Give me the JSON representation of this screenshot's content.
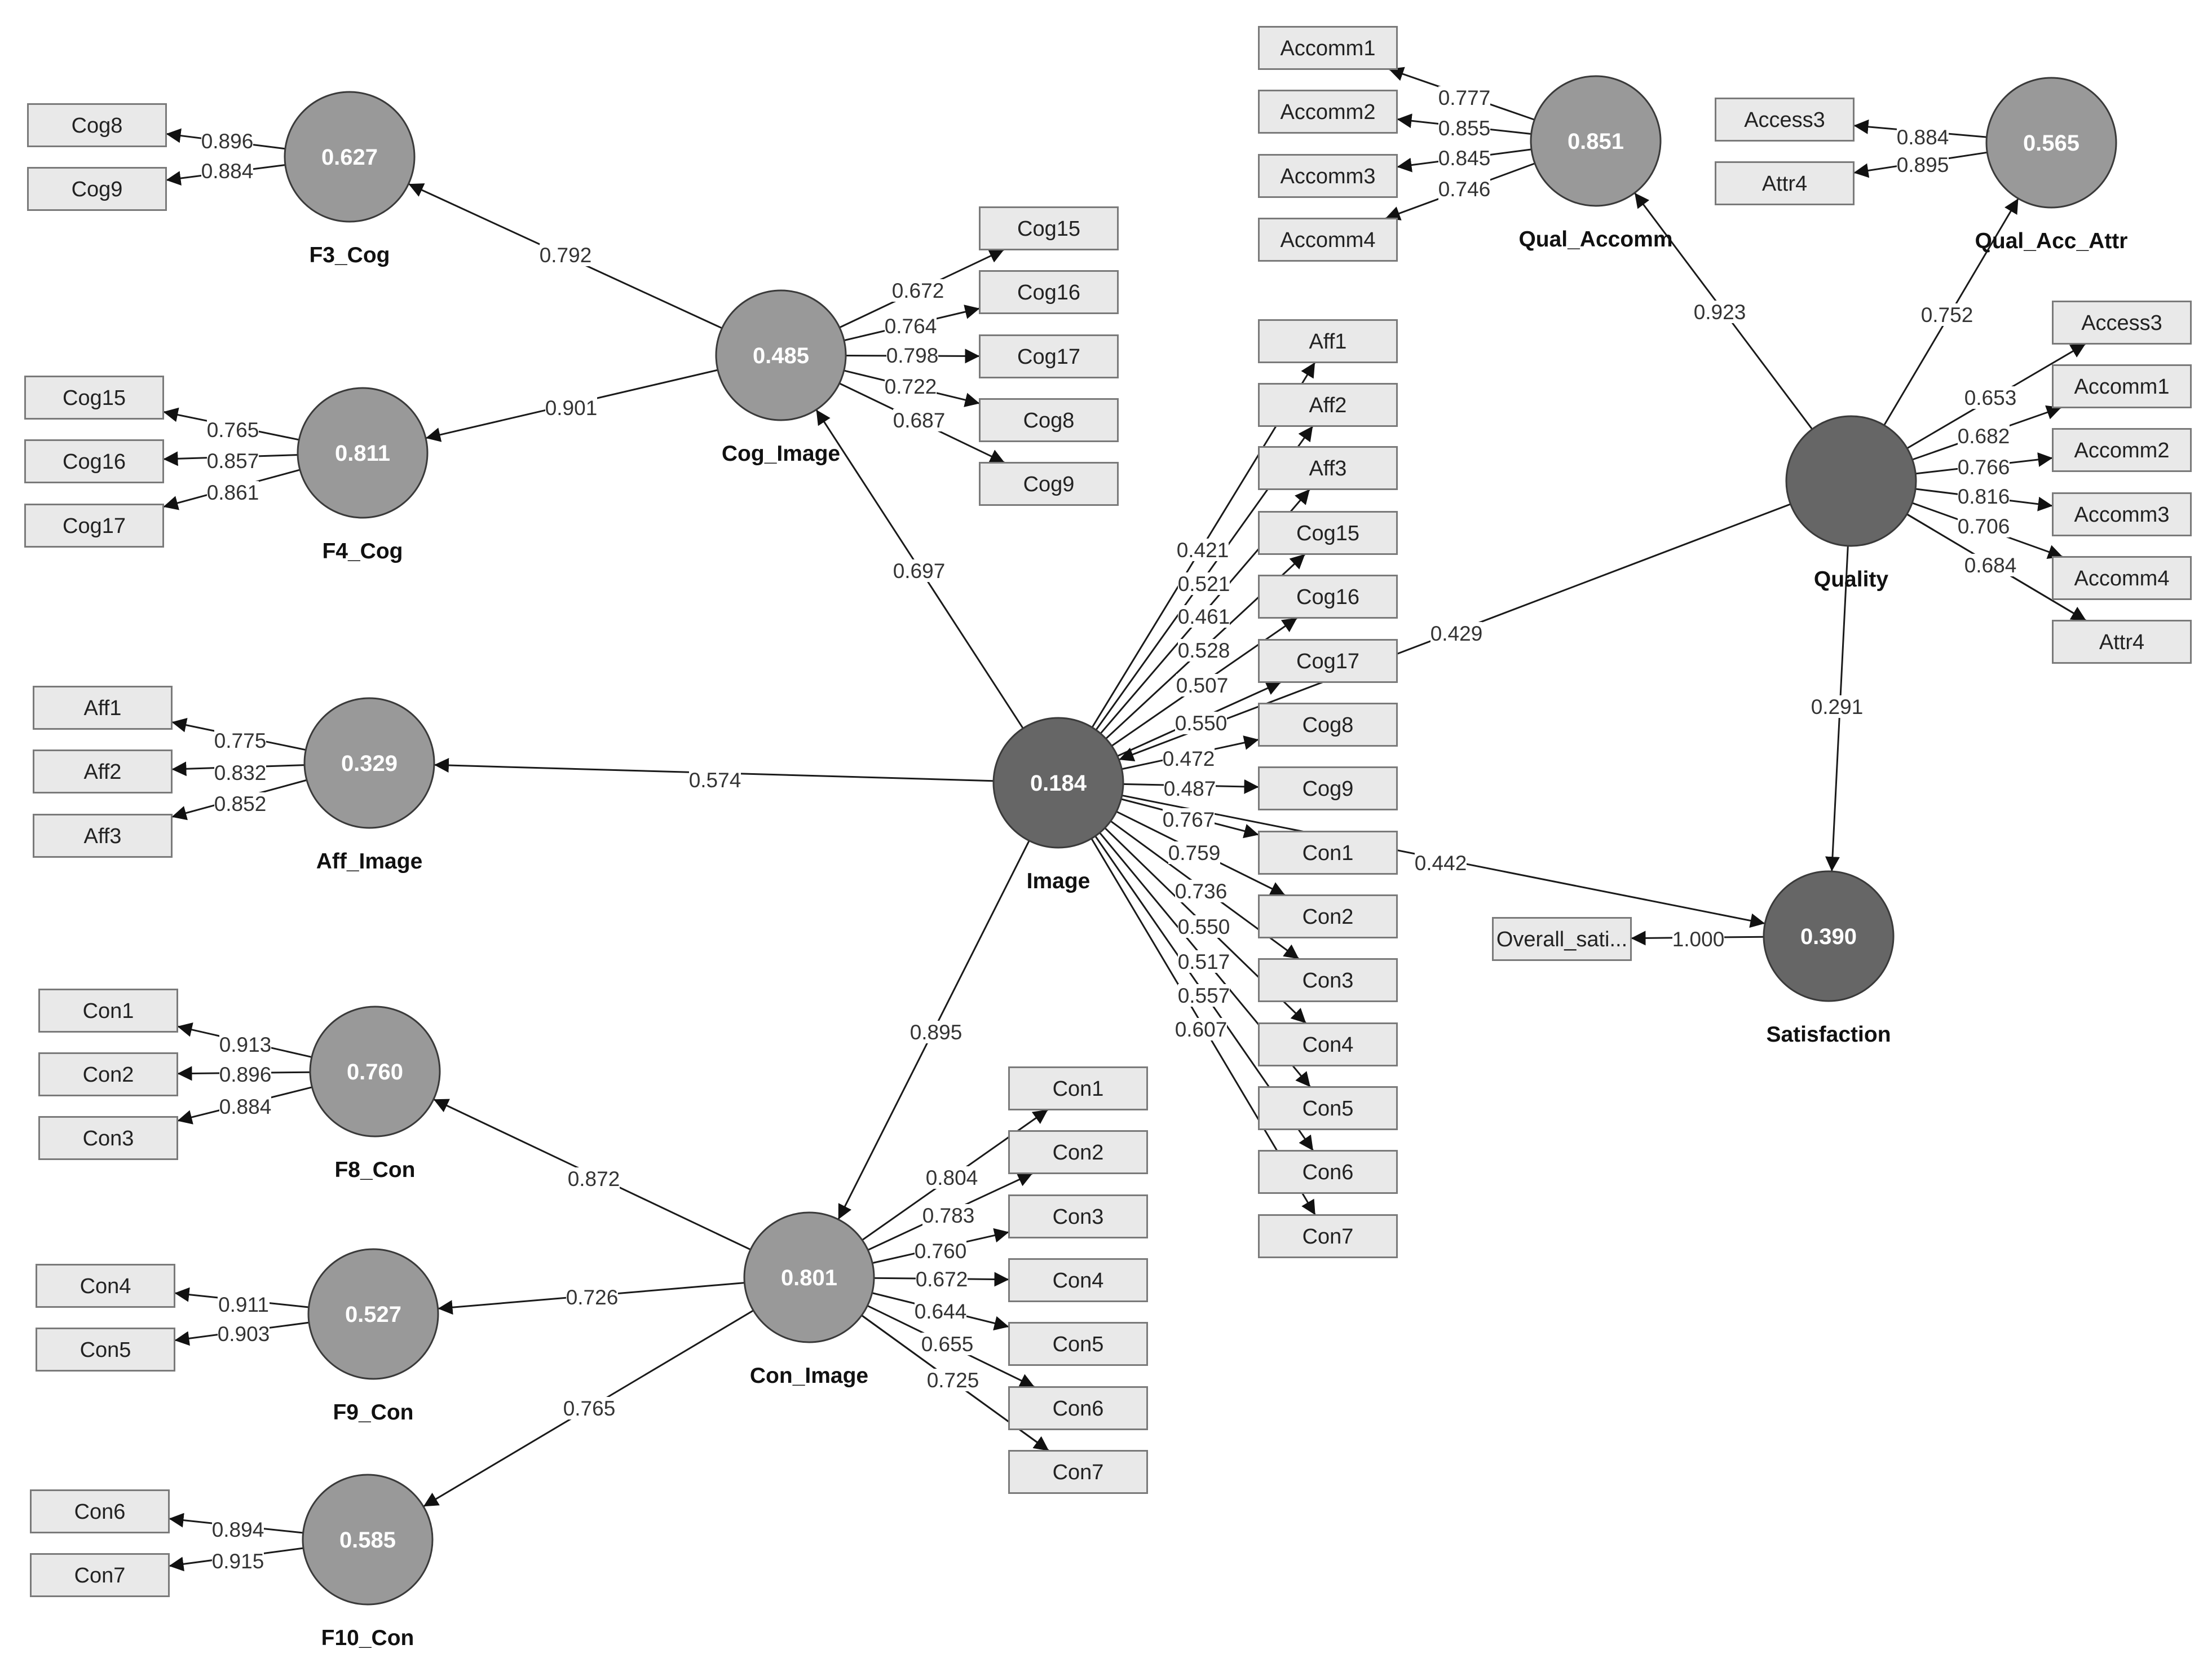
{
  "colors": {
    "endogenous_fill": "#999999",
    "exogenous_fill": "#666666",
    "indicator_fill": "#e9e9e9",
    "indicator_border": "#7a7a7a"
  },
  "latents": [
    {
      "id": "F3_Cog",
      "label": "F3_Cog",
      "value": "0.627",
      "kind": "endogenous"
    },
    {
      "id": "F4_Cog",
      "label": "F4_Cog",
      "value": "0.811",
      "kind": "endogenous"
    },
    {
      "id": "Cog_Image",
      "label": "Cog_Image",
      "value": "0.485",
      "kind": "endogenous"
    },
    {
      "id": "Aff_Image",
      "label": "Aff_Image",
      "value": "0.329",
      "kind": "endogenous"
    },
    {
      "id": "Image",
      "label": "Image",
      "value": "0.184",
      "kind": "exogenous"
    },
    {
      "id": "F8_Con",
      "label": "F8_Con",
      "value": "0.760",
      "kind": "endogenous"
    },
    {
      "id": "F9_Con",
      "label": "F9_Con",
      "value": "0.527",
      "kind": "endogenous"
    },
    {
      "id": "F10_Con",
      "label": "F10_Con",
      "value": "0.585",
      "kind": "endogenous"
    },
    {
      "id": "Con_Image",
      "label": "Con_Image",
      "value": "0.801",
      "kind": "endogenous"
    },
    {
      "id": "Qual_Accomm",
      "label": "Qual_Accomm",
      "value": "0.851",
      "kind": "endogenous"
    },
    {
      "id": "Qual_Acc_Attr",
      "label": "Qual_Acc_Attr",
      "value": "0.565",
      "kind": "endogenous"
    },
    {
      "id": "Quality",
      "label": "Quality",
      "value": "",
      "kind": "exogenous"
    },
    {
      "id": "Satisfaction",
      "label": "Satisfaction",
      "value": "0.390",
      "kind": "exogenous"
    }
  ],
  "indicators": [
    {
      "id": "i_f3_cog8",
      "label": "Cog8"
    },
    {
      "id": "i_f3_cog9",
      "label": "Cog9"
    },
    {
      "id": "i_f4_cog15",
      "label": "Cog15"
    },
    {
      "id": "i_f4_cog16",
      "label": "Cog16"
    },
    {
      "id": "i_f4_cog17",
      "label": "Cog17"
    },
    {
      "id": "i_aff1",
      "label": "Aff1"
    },
    {
      "id": "i_aff2",
      "label": "Aff2"
    },
    {
      "id": "i_aff3",
      "label": "Aff3"
    },
    {
      "id": "i_f8_con1",
      "label": "Con1"
    },
    {
      "id": "i_f8_con2",
      "label": "Con2"
    },
    {
      "id": "i_f8_con3",
      "label": "Con3"
    },
    {
      "id": "i_f9_con4",
      "label": "Con4"
    },
    {
      "id": "i_f9_con5",
      "label": "Con5"
    },
    {
      "id": "i_f10_con6",
      "label": "Con6"
    },
    {
      "id": "i_f10_con7",
      "label": "Con7"
    },
    {
      "id": "i_ci_cog15",
      "label": "Cog15"
    },
    {
      "id": "i_ci_cog16",
      "label": "Cog16"
    },
    {
      "id": "i_ci_cog17",
      "label": "Cog17"
    },
    {
      "id": "i_ci_cog8",
      "label": "Cog8"
    },
    {
      "id": "i_ci_cog9",
      "label": "Cog9"
    },
    {
      "id": "i_im_aff1",
      "label": "Aff1"
    },
    {
      "id": "i_im_aff2",
      "label": "Aff2"
    },
    {
      "id": "i_im_aff3",
      "label": "Aff3"
    },
    {
      "id": "i_im_cog15",
      "label": "Cog15"
    },
    {
      "id": "i_im_cog16",
      "label": "Cog16"
    },
    {
      "id": "i_im_cog17",
      "label": "Cog17"
    },
    {
      "id": "i_im_cog8",
      "label": "Cog8"
    },
    {
      "id": "i_im_cog9",
      "label": "Cog9"
    },
    {
      "id": "i_im_con1",
      "label": "Con1"
    },
    {
      "id": "i_im_con2",
      "label": "Con2"
    },
    {
      "id": "i_im_con3",
      "label": "Con3"
    },
    {
      "id": "i_im_con4",
      "label": "Con4"
    },
    {
      "id": "i_im_con5",
      "label": "Con5"
    },
    {
      "id": "i_im_con6",
      "label": "Con6"
    },
    {
      "id": "i_im_con7",
      "label": "Con7"
    },
    {
      "id": "i_cn_con1",
      "label": "Con1"
    },
    {
      "id": "i_cn_con2",
      "label": "Con2"
    },
    {
      "id": "i_cn_con3",
      "label": "Con3"
    },
    {
      "id": "i_cn_con4",
      "label": "Con4"
    },
    {
      "id": "i_cn_con5",
      "label": "Con5"
    },
    {
      "id": "i_cn_con6",
      "label": "Con6"
    },
    {
      "id": "i_cn_con7",
      "label": "Con7"
    },
    {
      "id": "i_acc1",
      "label": "Accomm1"
    },
    {
      "id": "i_acc2",
      "label": "Accomm2"
    },
    {
      "id": "i_acc3",
      "label": "Accomm3"
    },
    {
      "id": "i_acc4",
      "label": "Accomm4"
    },
    {
      "id": "i_qa_access3",
      "label": "Access3"
    },
    {
      "id": "i_qa_attr4",
      "label": "Attr4"
    },
    {
      "id": "i_q_access3",
      "label": "Access3"
    },
    {
      "id": "i_q_accomm1",
      "label": "Accomm1"
    },
    {
      "id": "i_q_accomm2",
      "label": "Accomm2"
    },
    {
      "id": "i_q_accomm3",
      "label": "Accomm3"
    },
    {
      "id": "i_q_accomm4",
      "label": "Accomm4"
    },
    {
      "id": "i_q_attr4",
      "label": "Attr4"
    },
    {
      "id": "i_overall",
      "label": "Overall_sati..."
    }
  ],
  "edges": [
    {
      "from": "F3_Cog",
      "to": "i_f3_cog8",
      "coef": "0.896"
    },
    {
      "from": "F3_Cog",
      "to": "i_f3_cog9",
      "coef": "0.884"
    },
    {
      "from": "F4_Cog",
      "to": "i_f4_cog15",
      "coef": "0.765"
    },
    {
      "from": "F4_Cog",
      "to": "i_f4_cog16",
      "coef": "0.857"
    },
    {
      "from": "F4_Cog",
      "to": "i_f4_cog17",
      "coef": "0.861"
    },
    {
      "from": "Aff_Image",
      "to": "i_aff1",
      "coef": "0.775"
    },
    {
      "from": "Aff_Image",
      "to": "i_aff2",
      "coef": "0.832"
    },
    {
      "from": "Aff_Image",
      "to": "i_aff3",
      "coef": "0.852"
    },
    {
      "from": "F8_Con",
      "to": "i_f8_con1",
      "coef": "0.913"
    },
    {
      "from": "F8_Con",
      "to": "i_f8_con2",
      "coef": "0.896"
    },
    {
      "from": "F8_Con",
      "to": "i_f8_con3",
      "coef": "0.884"
    },
    {
      "from": "F9_Con",
      "to": "i_f9_con4",
      "coef": "0.911"
    },
    {
      "from": "F9_Con",
      "to": "i_f9_con5",
      "coef": "0.903"
    },
    {
      "from": "F10_Con",
      "to": "i_f10_con6",
      "coef": "0.894"
    },
    {
      "from": "F10_Con",
      "to": "i_f10_con7",
      "coef": "0.915"
    },
    {
      "from": "Cog_Image",
      "to": "F3_Cog",
      "coef": "0.792"
    },
    {
      "from": "Cog_Image",
      "to": "F4_Cog",
      "coef": "0.901"
    },
    {
      "from": "Cog_Image",
      "to": "i_ci_cog15",
      "coef": "0.672"
    },
    {
      "from": "Cog_Image",
      "to": "i_ci_cog16",
      "coef": "0.764"
    },
    {
      "from": "Cog_Image",
      "to": "i_ci_cog17",
      "coef": "0.798"
    },
    {
      "from": "Cog_Image",
      "to": "i_ci_cog8",
      "coef": "0.722"
    },
    {
      "from": "Cog_Image",
      "to": "i_ci_cog9",
      "coef": "0.687"
    },
    {
      "from": "Image",
      "to": "Cog_Image",
      "coef": "0.697"
    },
    {
      "from": "Image",
      "to": "Aff_Image",
      "coef": "0.574"
    },
    {
      "from": "Image",
      "to": "Con_Image",
      "coef": "0.895"
    },
    {
      "from": "Image",
      "to": "Satisfaction",
      "coef": "0.442"
    },
    {
      "from": "Image",
      "to": "i_im_aff1",
      "coef": "0.421"
    },
    {
      "from": "Image",
      "to": "i_im_aff2",
      "coef": "0.521"
    },
    {
      "from": "Image",
      "to": "i_im_aff3",
      "coef": "0.461"
    },
    {
      "from": "Image",
      "to": "i_im_cog15",
      "coef": "0.528"
    },
    {
      "from": "Image",
      "to": "i_im_cog16",
      "coef": "0.507"
    },
    {
      "from": "Image",
      "to": "i_im_cog17",
      "coef": "0.550"
    },
    {
      "from": "Image",
      "to": "i_im_cog8",
      "coef": "0.472"
    },
    {
      "from": "Image",
      "to": "i_im_cog9",
      "coef": "0.487"
    },
    {
      "from": "Image",
      "to": "i_im_con1",
      "coef": "0.767"
    },
    {
      "from": "Image",
      "to": "i_im_con2",
      "coef": "0.759"
    },
    {
      "from": "Image",
      "to": "i_im_con3",
      "coef": "0.736"
    },
    {
      "from": "Image",
      "to": "i_im_con4",
      "coef": "0.550"
    },
    {
      "from": "Image",
      "to": "i_im_con5",
      "coef": "0.517"
    },
    {
      "from": "Image",
      "to": "i_im_con6",
      "coef": "0.557"
    },
    {
      "from": "Image",
      "to": "i_im_con7",
      "coef": "0.607"
    },
    {
      "from": "Con_Image",
      "to": "F8_Con",
      "coef": "0.872"
    },
    {
      "from": "Con_Image",
      "to": "F9_Con",
      "coef": "0.726"
    },
    {
      "from": "Con_Image",
      "to": "F10_Con",
      "coef": "0.765"
    },
    {
      "from": "Con_Image",
      "to": "i_cn_con1",
      "coef": ""
    },
    {
      "from": "Con_Image",
      "to": "i_cn_con2",
      "coef": "0.804"
    },
    {
      "from": "Con_Image",
      "to": "i_cn_con3",
      "coef": "0.783"
    },
    {
      "from": "Con_Image",
      "to": "i_cn_con4",
      "coef": "0.760"
    },
    {
      "from": "Con_Image",
      "to": "i_cn_con5",
      "coef": "0.672"
    },
    {
      "from": "Con_Image",
      "to": "i_cn_con6",
      "coef": "0.644"
    },
    {
      "from": "Con_Image",
      "to": "i_cn_con7",
      "coef": "0.655"
    },
    {
      "from": "Qual_Accomm",
      "to": "i_acc1",
      "coef": "0.777"
    },
    {
      "from": "Qual_Accomm",
      "to": "i_acc2",
      "coef": "0.855"
    },
    {
      "from": "Qual_Accomm",
      "to": "i_acc3",
      "coef": "0.845"
    },
    {
      "from": "Qual_Accomm",
      "to": "i_acc4",
      "coef": "0.746"
    },
    {
      "from": "Qual_Acc_Attr",
      "to": "i_qa_access3",
      "coef": "0.884"
    },
    {
      "from": "Qual_Acc_Attr",
      "to": "i_qa_attr4",
      "coef": "0.895"
    },
    {
      "from": "Quality",
      "to": "Qual_Accomm",
      "coef": "0.923"
    },
    {
      "from": "Quality",
      "to": "Qual_Acc_Attr",
      "coef": "0.752"
    },
    {
      "from": "Quality",
      "to": "Image",
      "coef": "0.429"
    },
    {
      "from": "Quality",
      "to": "Satisfaction",
      "coef": "0.291"
    },
    {
      "from": "Quality",
      "to": "i_q_access3",
      "coef": ""
    },
    {
      "from": "Quality",
      "to": "i_q_accomm1",
      "coef": "0.653"
    },
    {
      "from": "Quality",
      "to": "i_q_accomm2",
      "coef": "0.682"
    },
    {
      "from": "Quality",
      "to": "i_q_accomm3",
      "coef": "0.766"
    },
    {
      "from": "Quality",
      "to": "i_q_accomm4",
      "coef": "0.816"
    },
    {
      "from": "Quality",
      "to": "i_q_attr4",
      "coef": "0.706"
    },
    {
      "from": "Satisfaction",
      "to": "i_overall",
      "coef": "1.000"
    },
    {
      "from": "Con_Image",
      "to": "i_cn_con7",
      "coef": "0.725"
    },
    {
      "from": "Quality",
      "to": "i_q_attr4",
      "coef": "0.684"
    }
  ]
}
